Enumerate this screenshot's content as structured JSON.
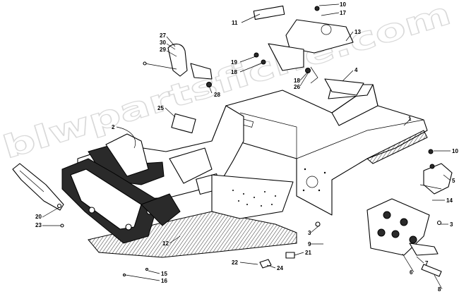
{
  "watermark": {
    "text": "blwpartsfiche.com"
  },
  "callouts": [
    {
      "id": "c10a",
      "label": "10"
    },
    {
      "id": "c17",
      "label": "17"
    },
    {
      "id": "c11",
      "label": "11"
    },
    {
      "id": "c13",
      "label": "13"
    },
    {
      "id": "c27",
      "label": "27"
    },
    {
      "id": "c30",
      "label": "30"
    },
    {
      "id": "c29",
      "label": "29"
    },
    {
      "id": "c19",
      "label": "19"
    },
    {
      "id": "c18a",
      "label": "18"
    },
    {
      "id": "c18b",
      "label": "18"
    },
    {
      "id": "c26",
      "label": "26"
    },
    {
      "id": "c4",
      "label": "4"
    },
    {
      "id": "c28",
      "label": "28"
    },
    {
      "id": "c25",
      "label": "25"
    },
    {
      "id": "c2",
      "label": "2"
    },
    {
      "id": "c1",
      "label": "1"
    },
    {
      "id": "c10b",
      "label": "10"
    },
    {
      "id": "c5",
      "label": "5"
    },
    {
      "id": "c14",
      "label": "14"
    },
    {
      "id": "c20",
      "label": "20"
    },
    {
      "id": "c23",
      "label": "23"
    },
    {
      "id": "c3a",
      "label": "3"
    },
    {
      "id": "c9",
      "label": "9"
    },
    {
      "id": "c3b",
      "label": "3"
    },
    {
      "id": "c12",
      "label": "12"
    },
    {
      "id": "c21",
      "label": "21"
    },
    {
      "id": "c24",
      "label": "24"
    },
    {
      "id": "c22",
      "label": "22"
    },
    {
      "id": "c15",
      "label": "15"
    },
    {
      "id": "c16",
      "label": "16"
    },
    {
      "id": "c7",
      "label": "7"
    },
    {
      "id": "c6",
      "label": "6"
    },
    {
      "id": "c8",
      "label": "8"
    }
  ]
}
